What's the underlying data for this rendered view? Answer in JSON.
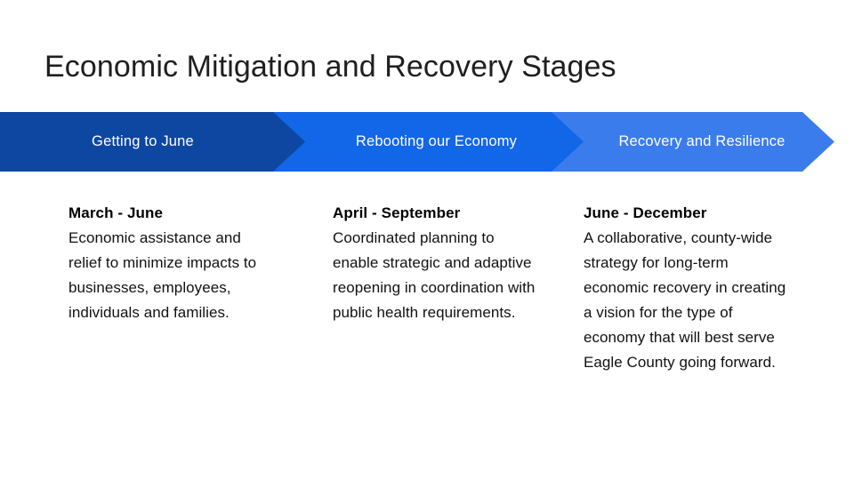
{
  "slide": {
    "title": "Economic Mitigation and Recovery Stages",
    "background_color": "#ffffff",
    "title_color": "#1f1f1f"
  },
  "stages": [
    {
      "label": "Getting to June",
      "color": "#0d47a1",
      "label_color": "#ffffff",
      "period": "March - June",
      "description": "Economic assistance and relief to minimize impacts to businesses, employees, individuals and families."
    },
    {
      "label": "Rebooting our Economy",
      "color": "#1266e8",
      "label_color": "#ffffff",
      "period": "April - September",
      "description": "Coordinated planning to enable strategic and adaptive reopening in coordination with public health requirements."
    },
    {
      "label": "Recovery and Resilience",
      "color": "#3b7ced",
      "label_color": "#ffffff",
      "period": "June - December",
      "description": "A collaborative, county-wide strategy for long-term economic recovery in creating a vision for the type of economy that will best serve Eagle County going forward."
    }
  ]
}
